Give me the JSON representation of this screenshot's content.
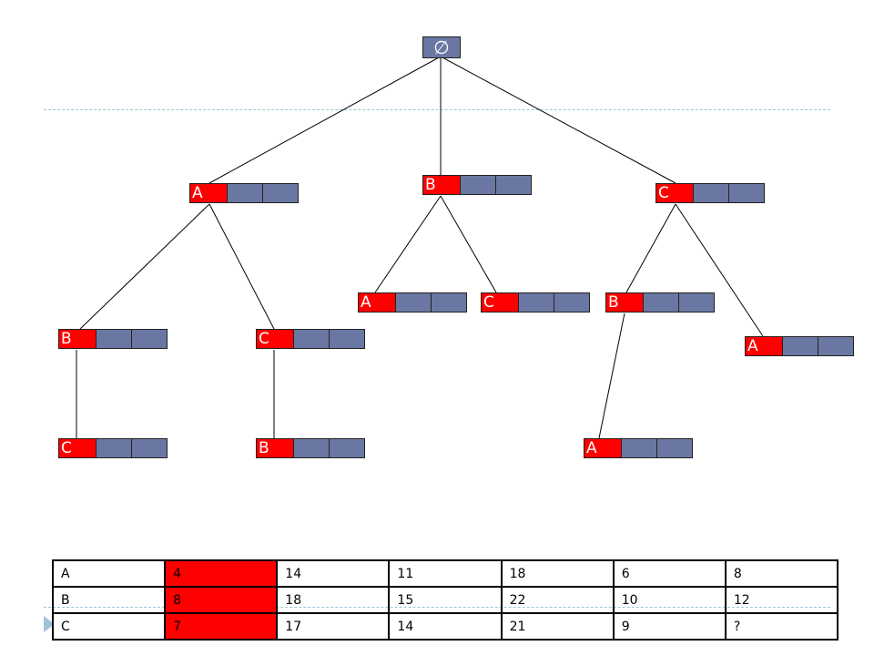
{
  "tree": {
    "root_label": "∅",
    "nodes": [
      {
        "id": "a1",
        "label": "A"
      },
      {
        "id": "b1",
        "label": "B"
      },
      {
        "id": "c1",
        "label": "C"
      },
      {
        "id": "a1b",
        "label": "B"
      },
      {
        "id": "a1c",
        "label": "C"
      },
      {
        "id": "a1bc",
        "label": "C"
      },
      {
        "id": "a1cb",
        "label": "B"
      },
      {
        "id": "b1a",
        "label": "A"
      },
      {
        "id": "b1c",
        "label": "C"
      },
      {
        "id": "c1b",
        "label": "B"
      },
      {
        "id": "c1a",
        "label": "A"
      },
      {
        "id": "c1ba",
        "label": "A"
      }
    ]
  },
  "table": {
    "rows": [
      [
        "A",
        "4",
        "14",
        "11",
        "18",
        "6",
        "8"
      ],
      [
        "B",
        "8",
        "18",
        "15",
        "22",
        "10",
        "12"
      ],
      [
        "C",
        "7",
        "17",
        "14",
        "21",
        "9",
        "?"
      ]
    ]
  },
  "colors": {
    "label_fill": "#ff0000",
    "cell_fill": "#6a77a2",
    "guide": "#9fc3d6"
  }
}
